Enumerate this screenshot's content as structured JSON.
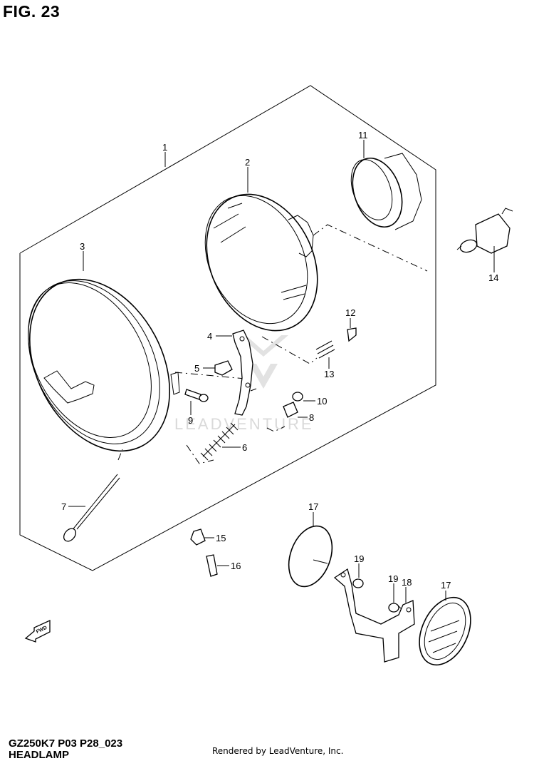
{
  "figure_title": "FIG. 23",
  "diagram_code": "GZ250K7 P03 P28_023",
  "diagram_name": "HEADLAMP",
  "rendered_by": "Rendered by LeadVenture, Inc.",
  "watermark": "LEADVENTURE",
  "fwd_label": "FWD",
  "callouts": {
    "c1": "1",
    "c2": "2",
    "c3": "3",
    "c4": "4",
    "c5": "5",
    "c6": "6",
    "c7": "7",
    "c8": "8",
    "c9": "9",
    "c10": "10",
    "c11": "11",
    "c12": "12",
    "c13": "13",
    "c14": "14",
    "c15": "15",
    "c16": "16",
    "c17a": "17",
    "c17b": "17",
    "c18": "18",
    "c19a": "19",
    "c19b": "19"
  }
}
